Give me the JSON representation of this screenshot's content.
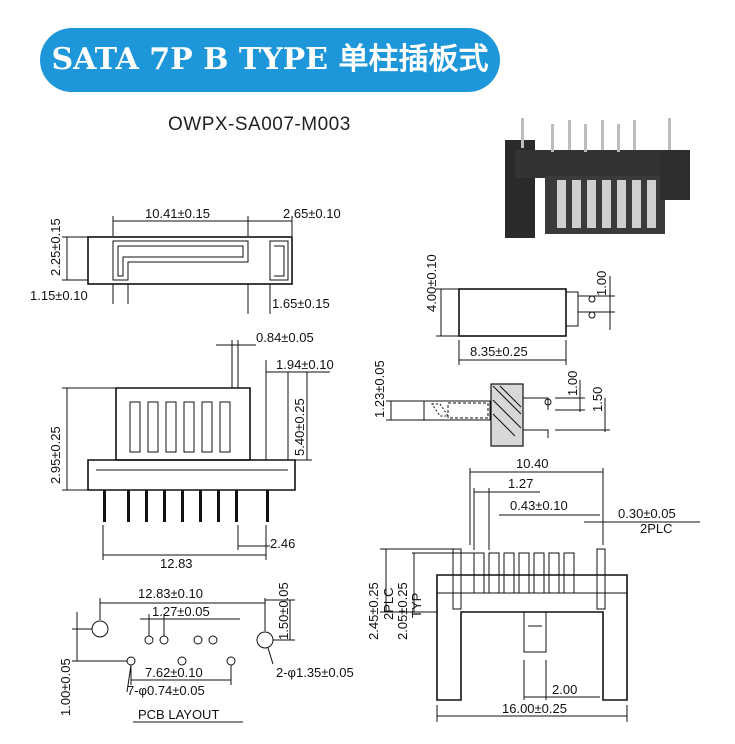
{
  "header": {
    "title": "SATA 7P B TYPE 单柱插板式",
    "part_number": "OWPX-SA007-M003"
  },
  "colors": {
    "banner": "#1d96da",
    "banner_text": "#ffffff",
    "line": "#111111"
  },
  "top_view": {
    "dims": [
      "10.41±0.15",
      "2.65±0.10",
      "2.25±0.15",
      "1.15±0.10",
      "1.65±0.15"
    ]
  },
  "front_view": {
    "dims": [
      "0.84±0.05",
      "1.94±0.10",
      "2.95±0.25",
      "5.40±0.25",
      "12.83",
      "2.46"
    ]
  },
  "pcb_layout": {
    "label": "PCB LAYOUT",
    "dims": [
      "12.83±0.10",
      "1.27±0.05",
      "1.50±0.05",
      "1.00±0.05",
      "7.62±0.10",
      "7-φ0.74±0.05",
      "2-φ1.35±0.05"
    ]
  },
  "side_view": {
    "dims": [
      "4.00±0.10",
      "1.00",
      "8.35±0.25",
      "1.23±0.05",
      "1.00",
      "1.50"
    ]
  },
  "rear_view": {
    "dims": [
      "10.40",
      "1.27",
      "0.43±0.10",
      "0.30±0.05",
      "2PLC",
      "2.45±0.25",
      "2PLC",
      "2.05±0.25",
      "TYP",
      "2.00",
      "16.00±0.25"
    ]
  }
}
